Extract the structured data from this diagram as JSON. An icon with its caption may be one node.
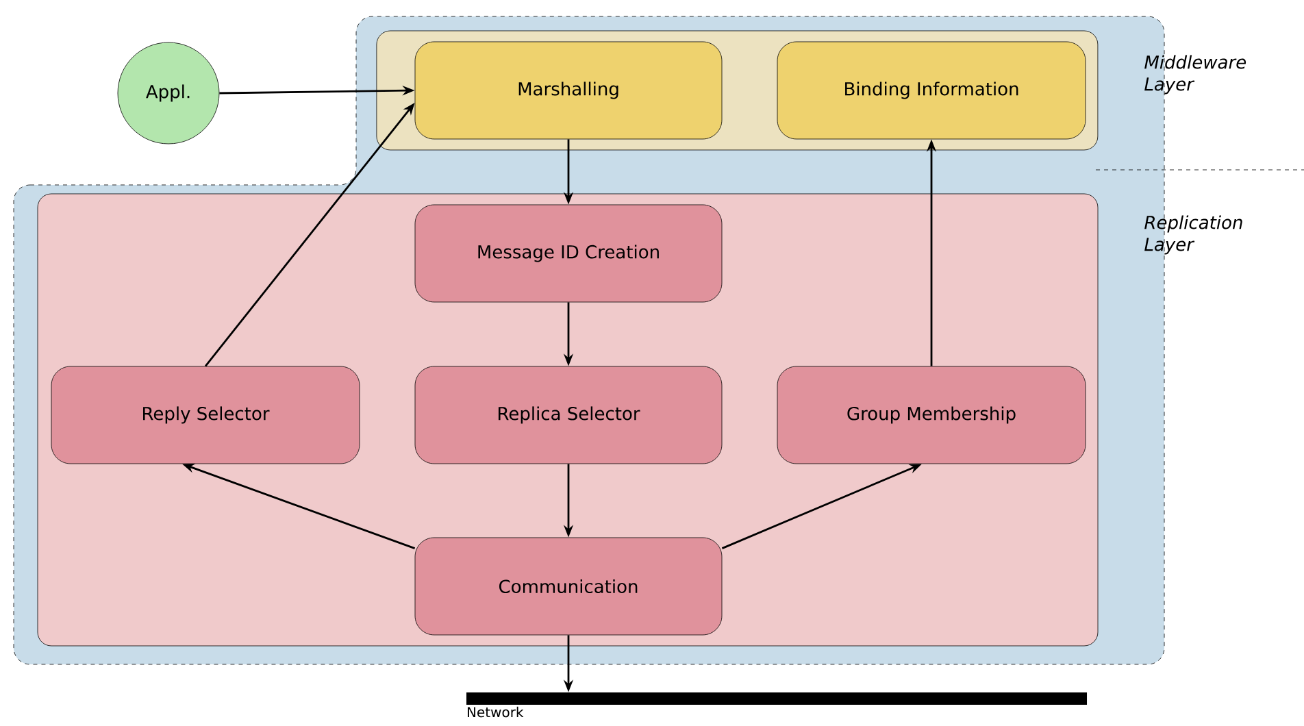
{
  "diagram": {
    "nodes": [
      {
        "text": [
          "Appl."
        ]
      },
      {
        "text": [],
        "shape": "box"
      },
      {
        "text": [
          "Marshalling"
        ],
        "in": 1
      },
      {
        "text": [
          "Binding Information"
        ],
        "in": 1
      },
      {
        "text": [],
        "shape": "box"
      },
      {
        "text": [
          "Message ID Creation"
        ],
        "in": 4
      },
      {
        "text": [
          "Reply Selector"
        ],
        "in": 4
      },
      {
        "text": [
          "Replica Selector"
        ],
        "in": 4
      },
      {
        "text": [
          "Group Membership"
        ],
        "in": 4
      },
      {
        "text": [
          "Communication"
        ],
        "in": 4
      },
      {
        "text": [
          "Network"
        ]
      }
    ],
    "edges": [
      {
        "from": 0,
        "to": 2,
        "arrow": "to"
      },
      {
        "from": 6,
        "to": 2,
        "arrow": "to"
      },
      {
        "from": 2,
        "to": 5,
        "arrow": "to"
      },
      {
        "from": 5,
        "to": 7,
        "arrow": "to"
      },
      {
        "from": 7,
        "to": 9,
        "arrow": "to"
      },
      {
        "from": 9,
        "to": 6,
        "arrow": "to"
      },
      {
        "from": 9,
        "to": 8,
        "arrow": "to"
      },
      {
        "from": 8,
        "to": 3,
        "arrow": "to"
      },
      {
        "from": 9,
        "to": 10,
        "arrow": "to"
      }
    ],
    "labels": [
      "Middleware Layer",
      "Replication Layer"
    ]
  }
}
